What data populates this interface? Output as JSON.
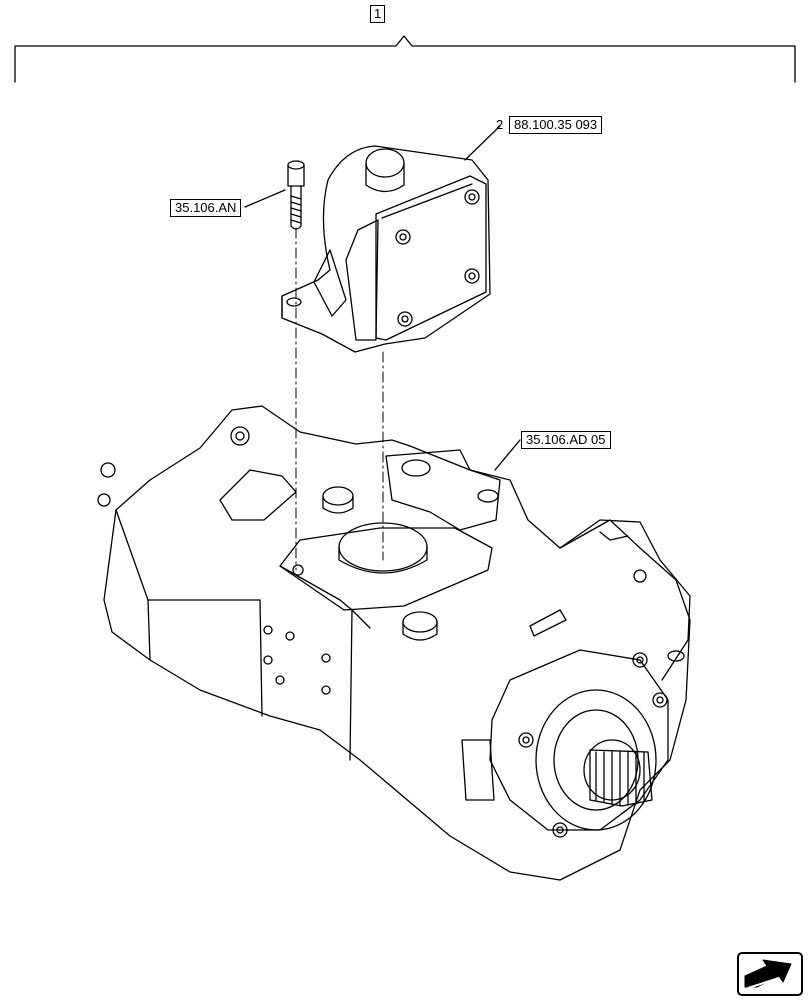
{
  "callouts": {
    "assembly": "1",
    "item2_number": "2",
    "item2_ref": "88.100.35 093",
    "screw_ref": "35.106.AN",
    "pump_ref": "35.106.AD 05"
  },
  "nav_icon": "next-page-arrow-icon"
}
